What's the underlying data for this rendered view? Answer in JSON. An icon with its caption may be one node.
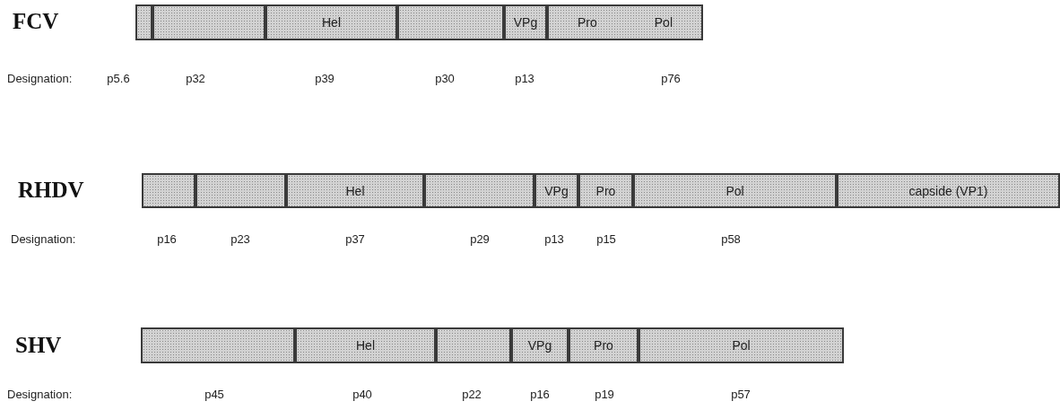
{
  "diagram": {
    "nodes": [
      {
        "text": [],
        "shape": "box"
      },
      {
        "text": [],
        "shape": "box"
      },
      {
        "text": [
          "Hel"
        ]
      },
      {
        "text": [],
        "shape": "box"
      },
      {
        "text": [
          "VPg"
        ]
      },
      {
        "text": [
          "Pro",
          "Pol"
        ]
      },
      {
        "text": [],
        "shape": "box"
      },
      {
        "text": [],
        "shape": "box"
      },
      {
        "text": [
          "Hel"
        ]
      },
      {
        "text": [],
        "shape": "box"
      },
      {
        "text": [
          "VPg"
        ]
      },
      {
        "text": [
          "Pro"
        ]
      },
      {
        "text": [
          "Pol"
        ]
      },
      {
        "text": [
          "capside (VP1)"
        ]
      },
      {
        "text": [],
        "shape": "box"
      },
      {
        "text": [
          "Hel"
        ]
      },
      {
        "text": [],
        "shape": "box"
      },
      {
        "text": [
          "VPg"
        ]
      },
      {
        "text": [
          "Pro"
        ]
      },
      {
        "text": [
          "Pol"
        ]
      }
    ],
    "edges": [],
    "labels": [
      "FCV",
      "Designation:",
      "p5.6",
      "p32",
      "p39",
      "p30",
      "p13",
      "p76",
      "RHDV",
      "Designation:",
      "p16",
      "p23",
      "p37",
      "p29",
      "p13",
      "p15",
      "p58",
      "SHV",
      "Designation:",
      "p45",
      "p40",
      "p22",
      "p16",
      "p19",
      "p57"
    ]
  }
}
